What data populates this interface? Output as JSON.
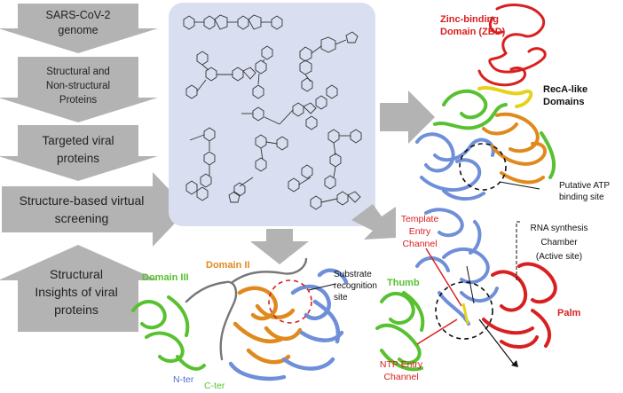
{
  "workflow": {
    "steps": [
      {
        "lines": [
          "SARS-CoV-2",
          "genome"
        ]
      },
      {
        "lines": [
          "Structural and",
          "Non-structural",
          "Proteins"
        ]
      },
      {
        "lines": [
          "Targeted viral",
          "proteins"
        ]
      },
      {
        "lines": [
          "Structure-based virtual",
          "screening"
        ]
      },
      {
        "lines": [
          "Structural",
          "Insights of viral",
          "proteins"
        ]
      }
    ]
  },
  "helicase": {
    "zbd_label_1": "Zinc-binding",
    "zbd_label_2": "Domain (ZBD)",
    "reca_label_1": "RecA-like",
    "reca_label_2": "Domains",
    "atp_label_1": "Putative ATP",
    "atp_label_2": "binding site"
  },
  "rdrp": {
    "template_label_1": "Template",
    "template_label_2": "Entry",
    "template_label_3": "Channel",
    "chamber_label_1": "RNA synthesis",
    "chamber_label_2": "Chamber",
    "chamber_label_3": "(Active site)",
    "thumb_label": "Thumb",
    "palm_label": "Palm",
    "ntp_label_1": "NTP Entry",
    "ntp_label_2": "Channel"
  },
  "protease": {
    "domain3_label": "Domain III",
    "domain2_label": "Domain II",
    "substrate_label_1": "Substrate",
    "substrate_label_2": "recognition",
    "substrate_label_3": "site",
    "nter_label": "N-ter",
    "cter_label": "C-ter"
  },
  "colors": {
    "arrow_gray": "#b3b3b3",
    "panel_bg": "#d9dff0",
    "red": "#d92020",
    "green": "#58c130",
    "orange": "#e08a1e",
    "blue": "#6f8fd8",
    "gray_coil": "#777777",
    "yellow": "#e6d21a"
  }
}
